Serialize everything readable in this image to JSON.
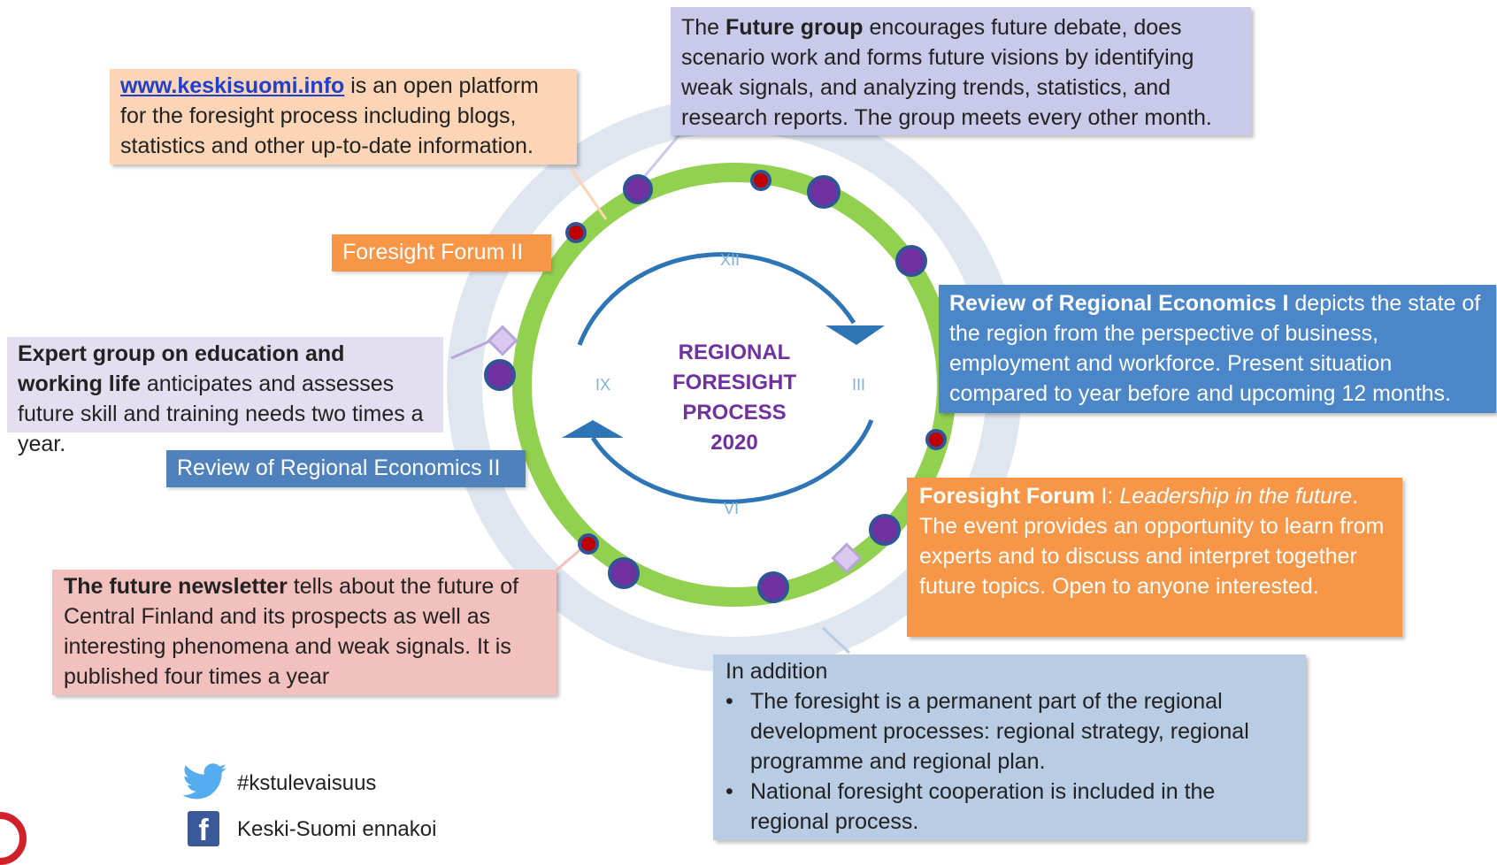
{
  "colors": {
    "ring_outer": "#dfe6f0",
    "ring_green": "#92d050",
    "dot_purple": "#7030a0",
    "dot_blue": "#2f5597",
    "dot_red": "#c00000",
    "arrow_blue": "#2e75b6",
    "center_purple": "#7030a0",
    "peach": "#fbd5b5",
    "lavender": "#c9c9e9",
    "light_lavender": "#e4dff0",
    "blue": "#4a86c8",
    "orange": "#f79646",
    "pink": "#f2c0bd",
    "light_blue": "#b8cce4",
    "orange_tag": "#f79646",
    "blue_tag": "#4f81bd"
  },
  "center": {
    "line1": "REGIONAL",
    "line2": "FORESIGHT PROCESS",
    "line3": "2020"
  },
  "months": {
    "xii": "XII",
    "iii": "III",
    "vi": "VI",
    "ix": "IX"
  },
  "website_box": {
    "link": "www.keskisuomi.info",
    "text": " is an open platform for the foresight process including blogs, statistics and other up-to-date information."
  },
  "future_group_box": {
    "intro": "The ",
    "bold": "Future group",
    "text": " encourages future debate, does scenario work and forms future visions by identifying weak signals, and analyzing trends, statistics, and research reports. The group meets every other month."
  },
  "forum2_tag": "Foresight Forum II",
  "review1_box": {
    "bold": "Review of Regional Economics I",
    "text": " depicts the state of the region from the perspective of business, employment and workforce. Present situation compared to year before and upcoming 12 months."
  },
  "expert_box": {
    "bold": "Expert group on education and working life",
    "text": " anticipates and assesses future skill and training needs two times a year."
  },
  "review2_tag": "Review of Regional Economics II",
  "forum1_box": {
    "bold": "Foresight Forum",
    "text1": " I: ",
    "italic": "Leadership in the future",
    "text2": ". The event provides an opportunity to learn from experts and to discuss and interpret together future topics. Open to anyone interested."
  },
  "newsletter_box": {
    "bold": "The future newsletter",
    "text": " tells about the future of Central Finland and its prospects as well as interesting phenomena and weak signals. It is published four times a year"
  },
  "addition_box": {
    "title": "In addition",
    "bullets": [
      "The foresight is a permanent part of the regional development processes: regional strategy, regional programme and regional plan.",
      "National foresight cooperation is included in the regional process."
    ]
  },
  "social": {
    "twitter_icon": "twitter-bird-icon",
    "twitter": "#kstulevaisuus",
    "facebook_icon": "facebook-icon",
    "facebook": "Keski-Suomi ennakoi"
  }
}
